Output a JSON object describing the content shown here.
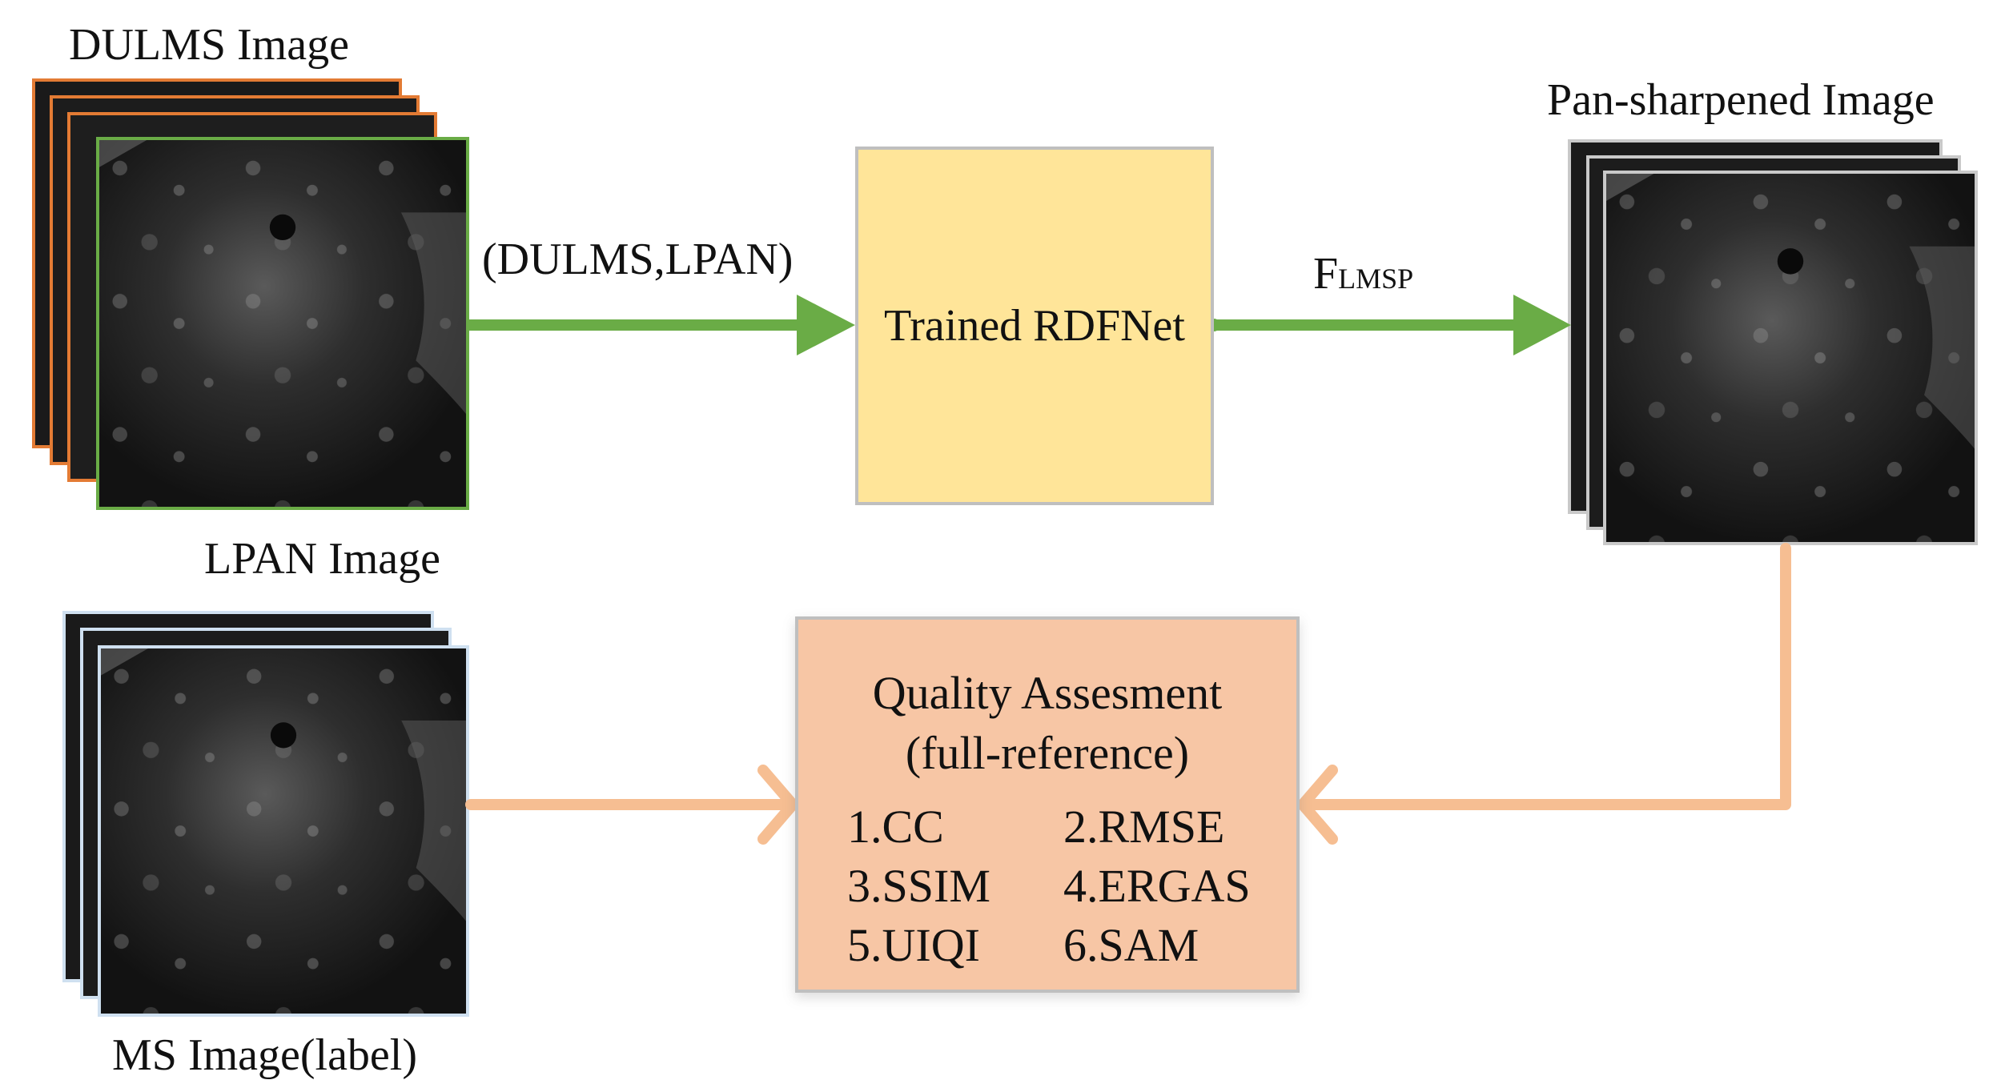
{
  "labels": {
    "dulms_image": "DULMS Image",
    "lpan_image": "LPAN Image",
    "ms_image": "MS Image(label)",
    "pan_sharpened_image": "Pan-sharpened Image"
  },
  "edges": {
    "input_pair": "(DULMS,LPAN)",
    "output_main": "F",
    "output_sub": "LMSP"
  },
  "nodes": {
    "rdfnet": "Trained RDFNet",
    "quality": {
      "title": "Quality Assesment",
      "subtitle": "(full-reference)",
      "metrics": [
        "1.CC",
        "2.RMSE",
        "3.SSIM",
        "4.ERGAS",
        "5.UIQI",
        "6.SAM"
      ]
    }
  },
  "colors": {
    "green_arrow": "#6aac46",
    "orange_arrow": "#f6be92",
    "dulms_frame": "#e37b34",
    "lpan_frame": "#6aac46",
    "pan_frame": "#c9c9c9",
    "ms_frame": "#cfe0f0",
    "rdfnet_fill": "#ffe599",
    "quality_fill": "#f7c6a5"
  }
}
